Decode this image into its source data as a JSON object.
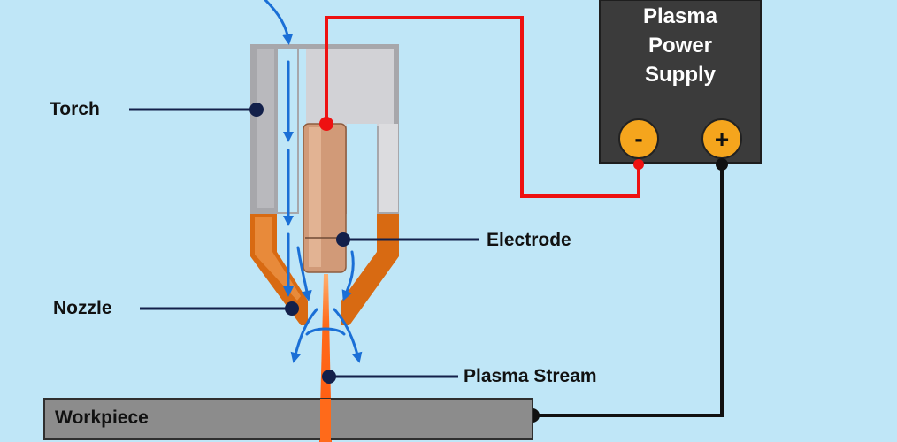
{
  "labels": {
    "torch": "Torch",
    "nozzle": "Nozzle",
    "electrode": "Electrode",
    "plasma_stream": "Plasma Stream",
    "workpiece": "Workpiece"
  },
  "power_supply": {
    "line1": "Plasma",
    "line2": "Power",
    "line3": "Supply",
    "negative": "-",
    "positive": "+"
  },
  "colors": {
    "background": "#bfe6f7",
    "torch_body": "#a7a7ab",
    "nozzle": "#d86a12",
    "electrode": "#d19a78",
    "power_supply_box": "#3b3b3b",
    "terminal": "#f5a51d",
    "positive_wire": "#111111",
    "negative_wire": "#ee1111",
    "gas_arrows": "#1a6fd6",
    "leader_lines": "#13204a"
  }
}
